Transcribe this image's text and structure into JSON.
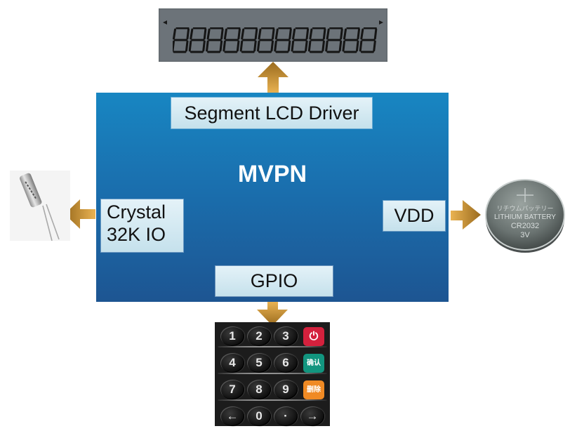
{
  "diagram": {
    "title": "MVPN",
    "center_block": {
      "name": "MVPN",
      "colors": {
        "top": "#1886c2",
        "bottom": "#1d5592",
        "text": "#ffffff"
      },
      "interfaces": [
        {
          "id": "lcd",
          "label": "Segment LCD Driver",
          "side": "top",
          "connects_to": "Segment LCD display"
        },
        {
          "id": "crystal",
          "label_line1": "Crystal",
          "label_line2": "32K IO",
          "side": "left",
          "connects_to": "32kHz crystal"
        },
        {
          "id": "vdd",
          "label": "VDD",
          "side": "right",
          "connects_to": "CR2032 coin cell battery"
        },
        {
          "id": "gpio",
          "label": "GPIO",
          "side": "bottom",
          "connects_to": "Keypad"
        }
      ]
    },
    "arrow_color": "#d9a03c",
    "lcd_display": {
      "digit_count": 12,
      "digit_glyph": "8",
      "background": "#6c7379"
    },
    "battery": {
      "line1": "リチウムバッテリー",
      "line2": "LITHIUM BATTERY",
      "line3": "CR2032",
      "line4": "3V",
      "polarity_mark": "+"
    },
    "keypad": {
      "rows": [
        {
          "keys": [
            "1",
            "2",
            "3"
          ],
          "function_key": {
            "label": "⏻",
            "icon": "power-icon",
            "color": "#d4213d"
          }
        },
        {
          "keys": [
            "4",
            "5",
            "6"
          ],
          "function_key": {
            "label": "确认",
            "icon": "confirm",
            "color": "#12957f"
          }
        },
        {
          "keys": [
            "7",
            "8",
            "9"
          ],
          "function_key": {
            "label": "删除",
            "icon": "delete",
            "color": "#f08a24"
          }
        },
        {
          "keys": [
            "←",
            "0",
            "·",
            "→"
          ]
        }
      ]
    }
  }
}
